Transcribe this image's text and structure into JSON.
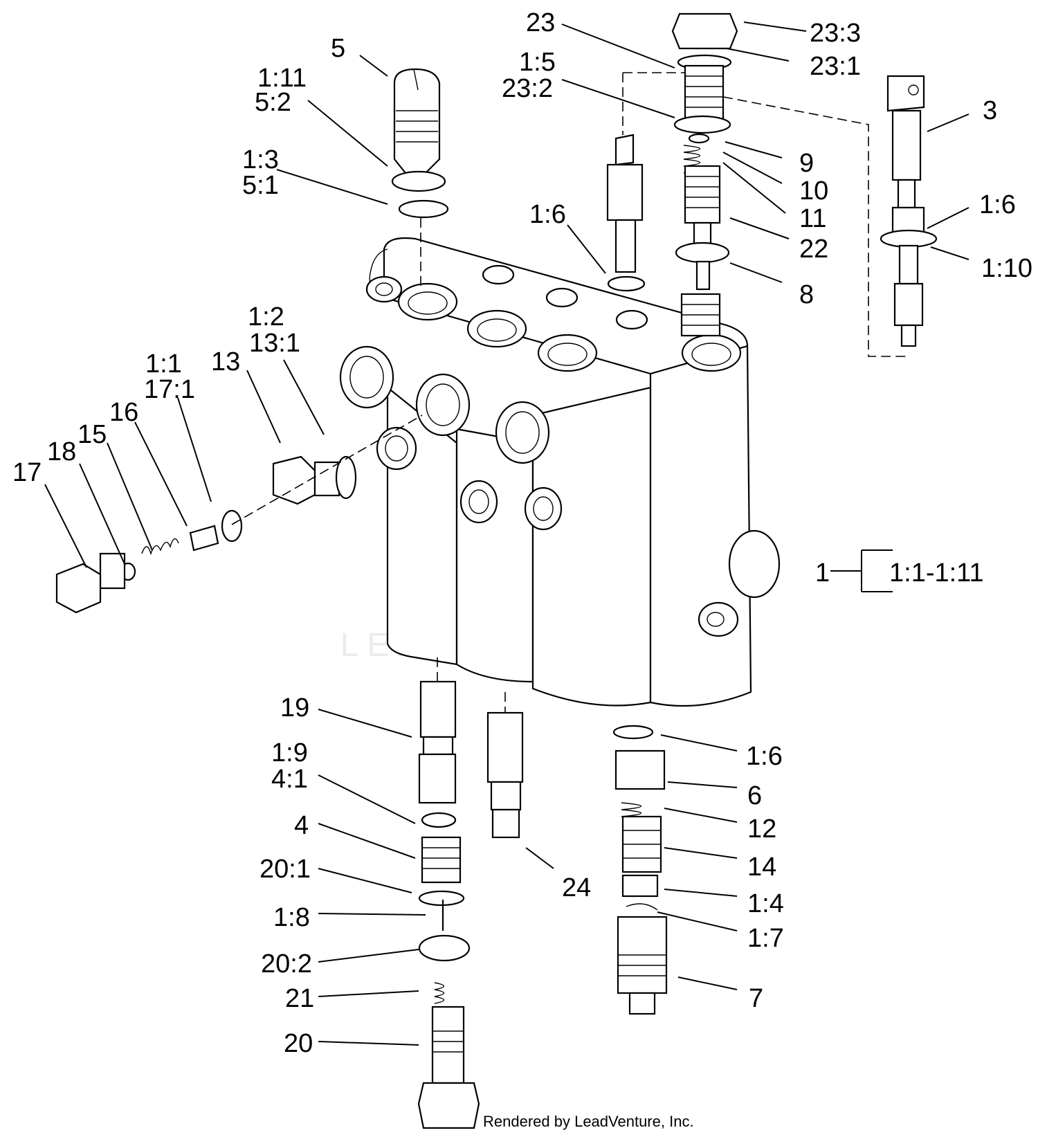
{
  "callouts": [
    {
      "id": "c23",
      "text": "23"
    },
    {
      "id": "c23_3",
      "text": "23:3"
    },
    {
      "id": "c23_1",
      "text": "23:1"
    },
    {
      "id": "c1_5",
      "text": "1:5"
    },
    {
      "id": "c23_2",
      "text": "23:2"
    },
    {
      "id": "c5",
      "text": "5"
    },
    {
      "id": "c1_11",
      "text": "1:11"
    },
    {
      "id": "c5_2",
      "text": "5:2"
    },
    {
      "id": "c1_3",
      "text": "1:3"
    },
    {
      "id": "c5_1",
      "text": "5:1"
    },
    {
      "id": "c3",
      "text": "3"
    },
    {
      "id": "c9",
      "text": "9"
    },
    {
      "id": "c10",
      "text": "10"
    },
    {
      "id": "c11",
      "text": "11"
    },
    {
      "id": "c22",
      "text": "22"
    },
    {
      "id": "c8",
      "text": "8"
    },
    {
      "id": "c1_6a",
      "text": "1:6"
    },
    {
      "id": "c1_6b",
      "text": "1:6"
    },
    {
      "id": "c1_10",
      "text": "1:10"
    },
    {
      "id": "c1_2",
      "text": "1:2"
    },
    {
      "id": "c13_1",
      "text": "13:1"
    },
    {
      "id": "c13",
      "text": "13"
    },
    {
      "id": "c1_1",
      "text": "1:1"
    },
    {
      "id": "c17_1",
      "text": "17:1"
    },
    {
      "id": "c16",
      "text": "16"
    },
    {
      "id": "c15",
      "text": "15"
    },
    {
      "id": "c18",
      "text": "18"
    },
    {
      "id": "c17",
      "text": "17"
    },
    {
      "id": "c1",
      "text": "1"
    },
    {
      "id": "c1_range",
      "text": "1:1-1:11"
    },
    {
      "id": "c19",
      "text": "19"
    },
    {
      "id": "c1_9",
      "text": "1:9"
    },
    {
      "id": "c4_1",
      "text": "4:1"
    },
    {
      "id": "c4",
      "text": "4"
    },
    {
      "id": "c20_1",
      "text": "20:1"
    },
    {
      "id": "c1_8",
      "text": "1:8"
    },
    {
      "id": "c20_2",
      "text": "20:2"
    },
    {
      "id": "c21",
      "text": "21"
    },
    {
      "id": "c20",
      "text": "20"
    },
    {
      "id": "c24",
      "text": "24"
    },
    {
      "id": "c1_6c",
      "text": "1:6"
    },
    {
      "id": "c6",
      "text": "6"
    },
    {
      "id": "c12",
      "text": "12"
    },
    {
      "id": "c14",
      "text": "14"
    },
    {
      "id": "c1_4",
      "text": "1:4"
    },
    {
      "id": "c1_7",
      "text": "1:7"
    },
    {
      "id": "c7",
      "text": "7"
    }
  ],
  "watermark": {
    "text": "LEADVENTURE"
  },
  "footer": {
    "text": "Rendered by LeadVenture, Inc."
  }
}
